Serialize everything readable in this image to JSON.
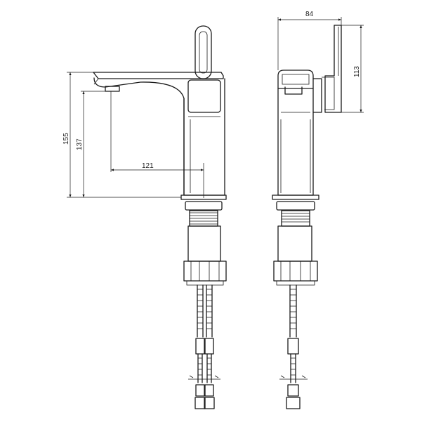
{
  "drawing": {
    "dimensions": {
      "side_width": "84",
      "side_height": "113",
      "front_spout_reach": "121",
      "front_outlet_height": "137",
      "front_total_height": "155"
    }
  }
}
